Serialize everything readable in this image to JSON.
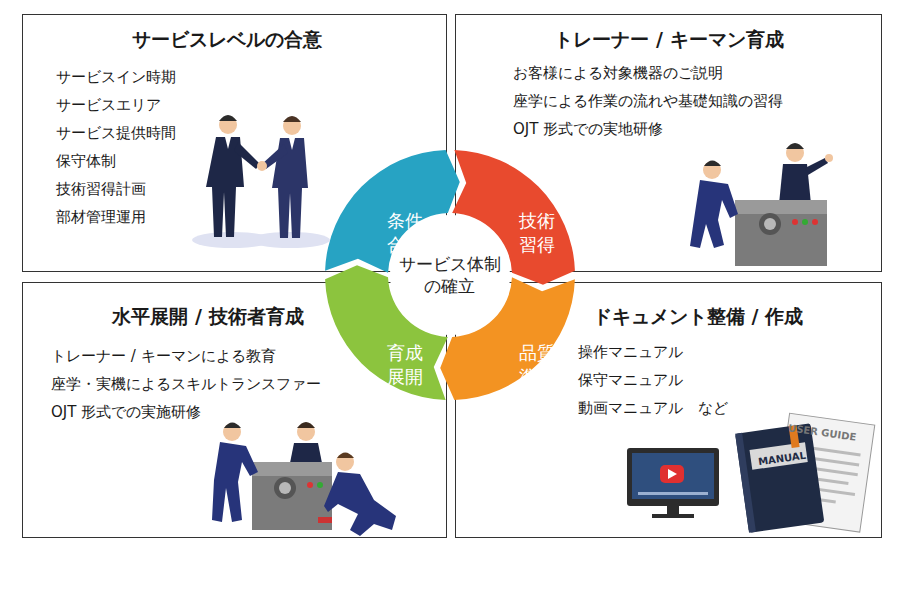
{
  "diagram": {
    "nodes": [
      {
        "text": [
          "サービスレベルの合意",
          "サービスイン時期",
          "サービスエリア",
          "サービス提供時間",
          "保守体制",
          "技術習得計画",
          "部材管理運用"
        ]
      },
      {
        "text": [
          "トレーナー / キーマン育成",
          "お客様による対象機器のご説明",
          "座学による作業の流れや基礎知識の習得",
          "OJT 形式での実地研修"
        ]
      },
      {
        "text": [
          "条件 合意"
        ]
      },
      {
        "text": [
          "技術 習得"
        ]
      },
      {
        "text": [
          "サービス体制 の確立"
        ]
      },
      {
        "text": [
          "育成 展開"
        ]
      },
      {
        "text": [
          "品質 準備"
        ]
      },
      {
        "text": [
          "水平展開 / 技術者育成",
          "トレーナー / キーマンによる教育",
          "座学・実機によるスキルトランスファー",
          "OJT 形式での実施研修"
        ]
      },
      {
        "text": [
          "ドキュメント整備 / 作成",
          "操作マニュアル",
          "保守マニュアル",
          "動画マニュアル　など"
        ]
      }
    ],
    "labels": [
      "USER GUIDE",
      "MANUAL"
    ]
  }
}
